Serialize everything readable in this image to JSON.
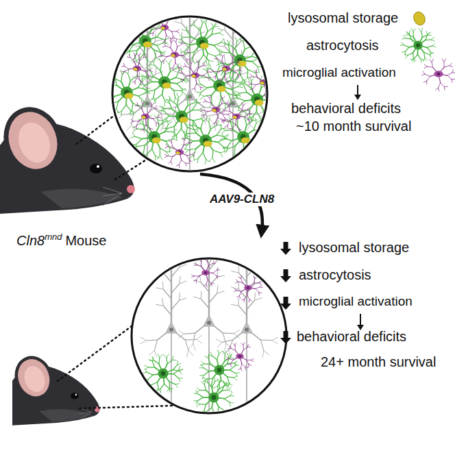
{
  "diagram": {
    "labels": [
      "lysosomal storage",
      "astrocytosis",
      "microglial activation",
      "behavioral deficits",
      "~10 month survival",
      "Cln8",
      "mnd",
      "Mouse",
      "AAV9-CLN8",
      "lysosomal storage",
      "astrocytosis",
      "microglial activation",
      "behavioral deficits",
      "24+ month survival"
    ]
  }
}
